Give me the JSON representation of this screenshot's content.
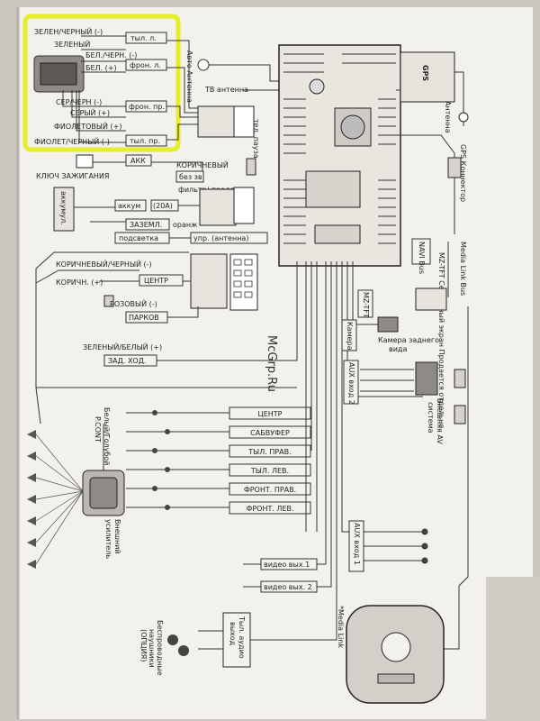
{
  "watermark": "McGrp.Ru",
  "harness_labels": {
    "green_black": "ЗЕЛЕН/ЧЕРНЫЙ (-)",
    "green": "ЗЕЛЕНЫЙ",
    "white_black": "БЕЛ./ЧЕРН. (-)",
    "white_plus": "БЕЛ. (+)",
    "gray_black": "СЕР/ЧЕРН (-)",
    "gray_plus": "СЕРЫЙ (+)",
    "violet_plus": "ФИОЛЕТОВЫЙ (+)",
    "violet_black": "ФИОЛЕТ/ЧЕРНЫЙ (-)",
    "rear_left": "тыл. л.",
    "front_left": "фрон. л.",
    "front_right": "фрон. пр.",
    "rear_right": "тыл. пр."
  },
  "antenna": {
    "auto": "Авто Антенна",
    "tv": "ТВ антенна"
  },
  "power": {
    "ignition": "КЛЮЧ ЗАЖИГАНИЯ",
    "acc": "АКК",
    "brown": "КОРИЧНЕВЫЙ",
    "no_3v": "без зв",
    "filter": "фильтр/ предохр",
    "battery": "аккум",
    "fuse": "(20A)",
    "battery_side": "аккумул.",
    "ground": "ЗАЗЕМЛ.",
    "orange": "оранж",
    "backlight": "подсветка",
    "antenna_ctrl": "упр. (антенна)",
    "tel_pause": "тел. пауза"
  },
  "control_wires": {
    "brown_black": "КОРИЧНЕВЫЙ/ЧЕРНЫЙ (-)",
    "brown": "КОРИЧН. (+)",
    "center": "ЦЕНТР",
    "pink": "РОЗОВЫЙ (-)",
    "parking": "ПАРКОВ",
    "green_white": "ЗЕЛЕНЫЙ/БЕЛЫЙ (+)",
    "reverse": "ЗАД. ХОД."
  },
  "rca_outputs": [
    "ЦЕНТР",
    "САБВУФЕР",
    "ТЫЛ. ПРАВ.",
    "ТЫЛ. ЛЕВ.",
    "ФРОНТ. ПРАВ.",
    "ФРОНТ. ЛЕВ."
  ],
  "amplifier": {
    "pcont_1": "Белый/Голубой",
    "pcont_2": "P.CONT",
    "label_1": "Внешний",
    "label_2": "усилитель"
  },
  "video": {
    "out1": "видео вых.1",
    "out2": "видео вых. 2"
  },
  "rear_audio": {
    "line1": "Тыл. аудио",
    "line2": "выход"
  },
  "wireless": {
    "line1": "Беспроводные",
    "line2": "наушники",
    "line3": "(ОПЦИЯ)"
  },
  "right_side": {
    "gps": "GPS",
    "gps_antenna": "Антенна",
    "gps_connector": "GPS Коннектор",
    "navi_bus": "NAVI Bus",
    "mz_tft_top": "MZ-TFT Сенсорный экран Продается отдельно",
    "mz_tft_small": "MZ-TFT",
    "media_link_bus": "Media Link Bus",
    "camera": "Камера",
    "rear_camera_1": "Камера заднего",
    "rear_camera_2": "вида",
    "aux_in_2": "AUX вход 2",
    "ext_av_1": "Внешняя AV",
    "ext_av_2": "система",
    "aux_in_1": "AUX вход 1",
    "media_link": "*Media Link"
  }
}
